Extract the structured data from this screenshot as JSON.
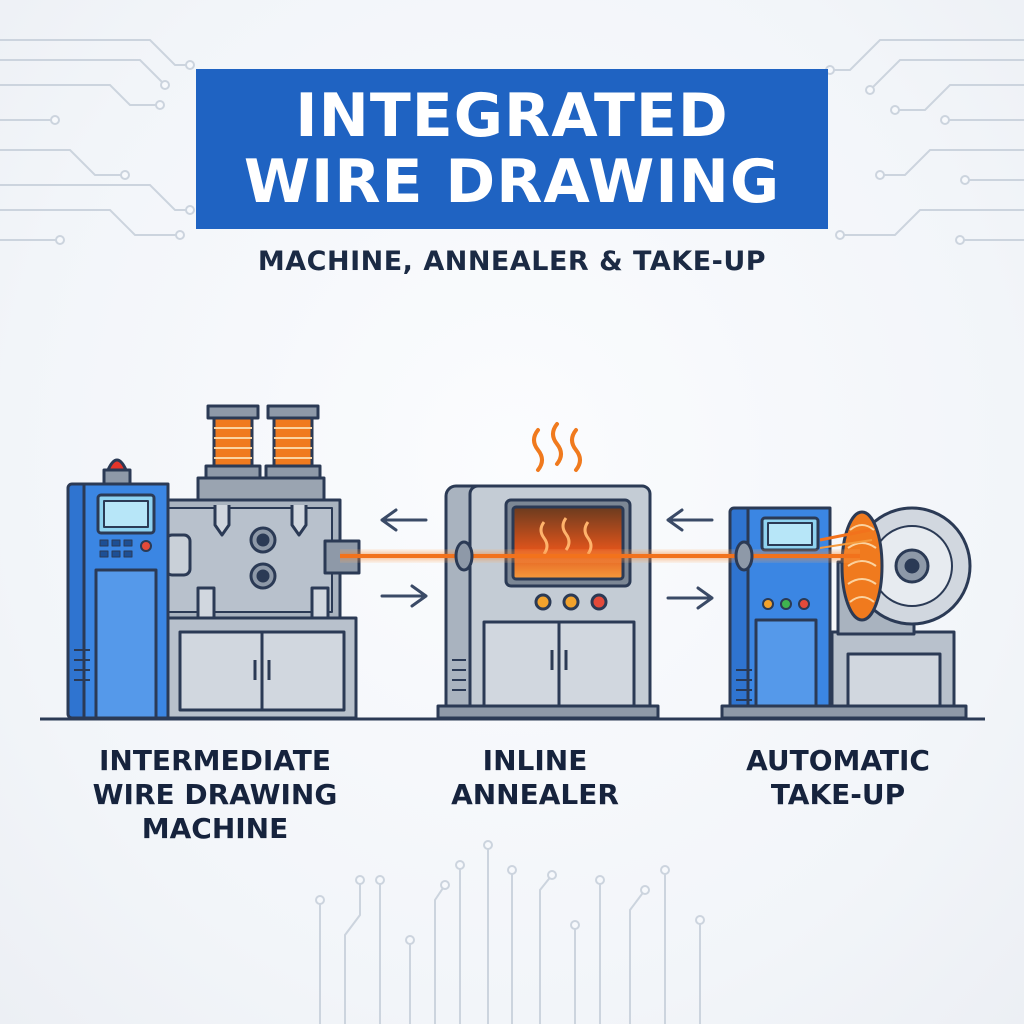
{
  "header": {
    "title_line1": "INTEGRATED",
    "title_line2": "WIRE DRAWING",
    "subtitle": "MACHINE, ANNEALER & TAKE-UP"
  },
  "stages": [
    {
      "line1": "INTERMEDIATE",
      "line2": "WIRE DRAWING",
      "line3": "MACHINE"
    },
    {
      "line1": "INLINE",
      "line2": "ANNEALER"
    },
    {
      "line1": "AUTOMATIC",
      "line2": "TAKE-UP"
    }
  ],
  "colors": {
    "title_bg": "#1f63c2",
    "machine_blue": "#2f74d0",
    "machine_gray": "#a9b3bf",
    "outline": "#2b3a55",
    "wire_glow": "#f2721c",
    "circuit_lines": "#c9d1db"
  }
}
